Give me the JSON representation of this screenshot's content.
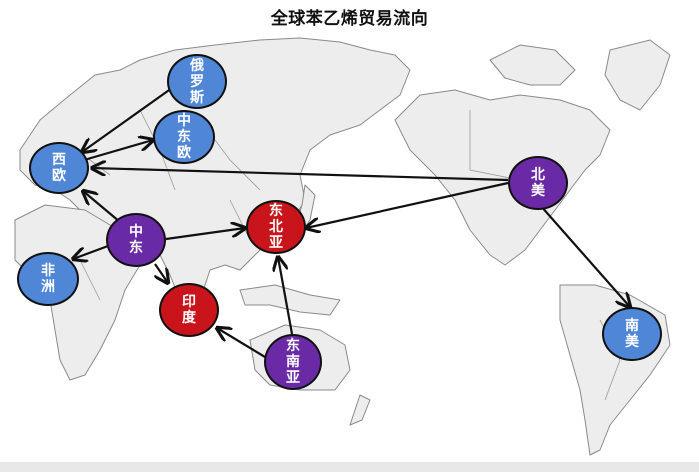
{
  "title": "全球苯乙烯贸易流向",
  "legend_colors": {
    "importer_blue": "#4f86d6",
    "exporter_purple": "#6a2aa6",
    "major_importer_red": "#c8141a"
  },
  "nodes": [
    {
      "id": "russia",
      "label": "俄罗斯",
      "color": "blue"
    },
    {
      "id": "central-east-europe",
      "label": "中东欧",
      "color": "blue"
    },
    {
      "id": "western-europe",
      "label": "西欧",
      "color": "blue"
    },
    {
      "id": "middle-east",
      "label": "中东",
      "color": "purple"
    },
    {
      "id": "africa",
      "label": "非洲",
      "color": "blue"
    },
    {
      "id": "northeast-asia",
      "label": "东北亚",
      "color": "red"
    },
    {
      "id": "india",
      "label": "印度",
      "color": "red"
    },
    {
      "id": "southeast-asia",
      "label": "东南亚",
      "color": "purple"
    },
    {
      "id": "north-america",
      "label": "北美",
      "color": "purple"
    },
    {
      "id": "south-america",
      "label": "南美",
      "color": "blue"
    }
  ],
  "flows": [
    {
      "from": "俄罗斯",
      "to": "西欧"
    },
    {
      "from": "西欧",
      "to": "中东欧"
    },
    {
      "from": "北美",
      "to": "西欧"
    },
    {
      "from": "北美",
      "to": "东北亚"
    },
    {
      "from": "北美",
      "to": "南美"
    },
    {
      "from": "中东",
      "to": "西欧"
    },
    {
      "from": "中东",
      "to": "非洲"
    },
    {
      "from": "中东",
      "to": "东北亚"
    },
    {
      "from": "中东",
      "to": "印度"
    },
    {
      "from": "东南亚",
      "to": "东北亚"
    },
    {
      "from": "东南亚",
      "to": "印度"
    }
  ]
}
